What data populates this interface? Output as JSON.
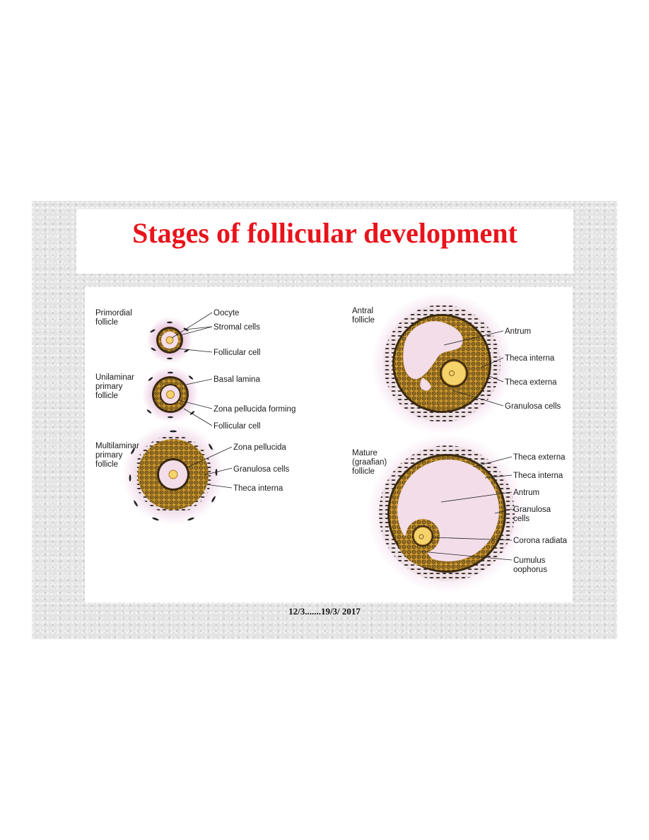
{
  "slide": {
    "title": "Stages of follicular development",
    "footer": "12/3.......19/3/ 2017"
  },
  "diagram": {
    "colors": {
      "granulosa": "#c9962e",
      "oocyte": "#f4d36a",
      "antrum": "#f3dde9",
      "halo": "#d99ac5",
      "dark": "#3a2a10"
    },
    "stages": {
      "primordial": {
        "name": "Primordial\nfollicle",
        "labels": [
          "Oocyte",
          "Stromal cells",
          "Follicular cell"
        ]
      },
      "unilaminar": {
        "name": "Unilaminar\nprimary\nfollicle",
        "labels": [
          "Basal lamina",
          "Zona pellucida forming",
          "Follicular cell"
        ]
      },
      "multilaminar": {
        "name": "Multilaminar\nprimary\nfollicle",
        "labels": [
          "Zona pellucida",
          "Granulosa cells",
          "Theca interna"
        ]
      },
      "antral": {
        "name": "Antral\nfollicle",
        "labels": [
          "Antrum",
          "Theca interna",
          "Theca externa",
          "Granulosa cells"
        ]
      },
      "mature": {
        "name": "Mature\n(graafian)\nfollicle",
        "labels": [
          "Theca externa",
          "Theca interna",
          "Antrum",
          "Granulosa\ncells",
          "Corona radiata",
          "Cumulus\noophorus"
        ]
      }
    }
  }
}
